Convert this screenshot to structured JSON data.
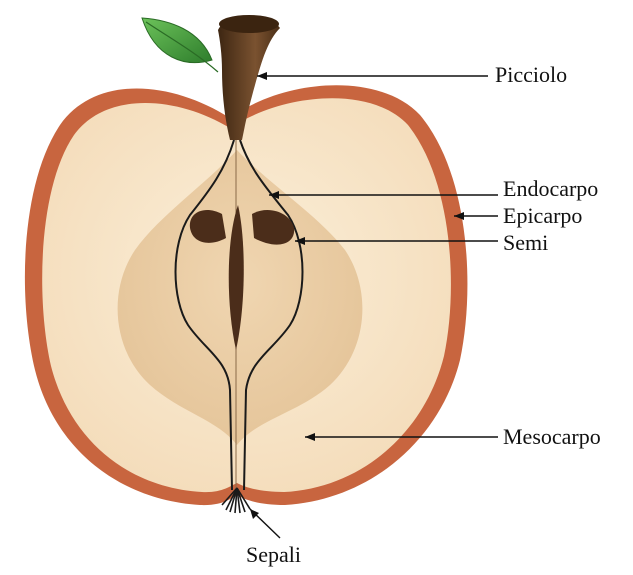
{
  "labels": {
    "petiole": "Picciolo",
    "endocarp": "Endocarpo",
    "epicarp": "Epicarpo",
    "seeds": "Semi",
    "mesocarp": "Mesocarpo",
    "sepals": "Sepali"
  },
  "colors": {
    "skin": "#c8653f",
    "flesh": "#f7e5c8",
    "flesh_inner": "#efd3ac",
    "core": "#e8c8a0",
    "seed": "#4b2d1a",
    "stem": "#5a3a1c",
    "leaf": "#3f9a3a",
    "outline": "#1a1a1a"
  }
}
